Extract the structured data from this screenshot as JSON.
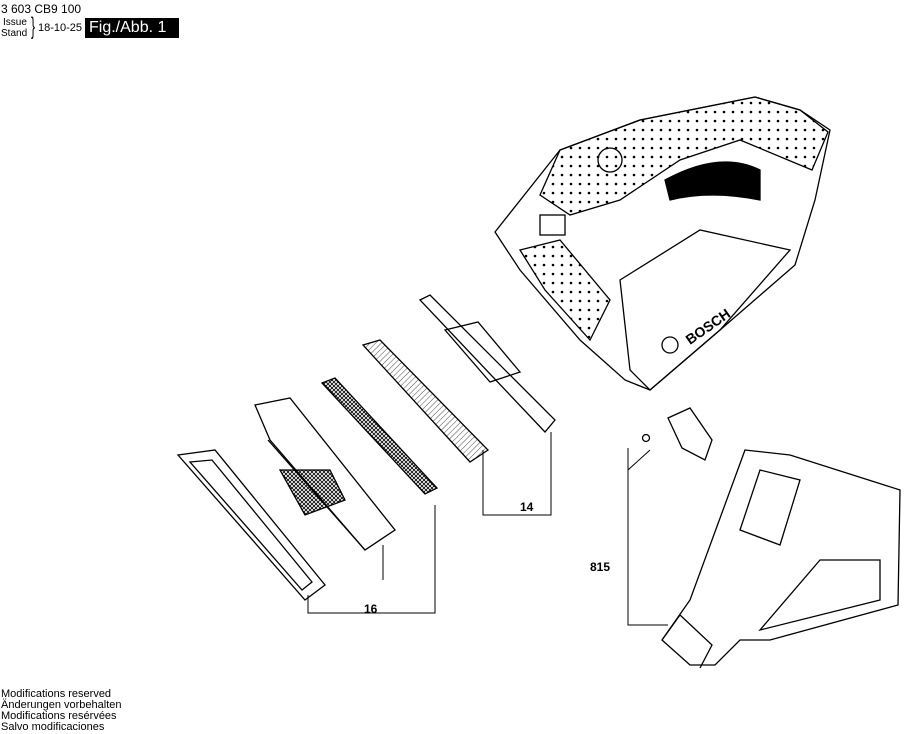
{
  "header": {
    "part_number": "3 603 CB9 100",
    "issue_label": "Issue",
    "stand_label": "Stand",
    "date": "18-10-25",
    "figure": "Fig./Abb. 1"
  },
  "callouts": {
    "filter_14": "14",
    "filter_set_16": "16",
    "nozzle_815": "815"
  },
  "logo": "BOSCH",
  "footer": {
    "lines": [
      "Modifications reserved",
      "Änderungen vorbehalten",
      "Modifications resérvées",
      "Salvo modificaciones"
    ]
  }
}
